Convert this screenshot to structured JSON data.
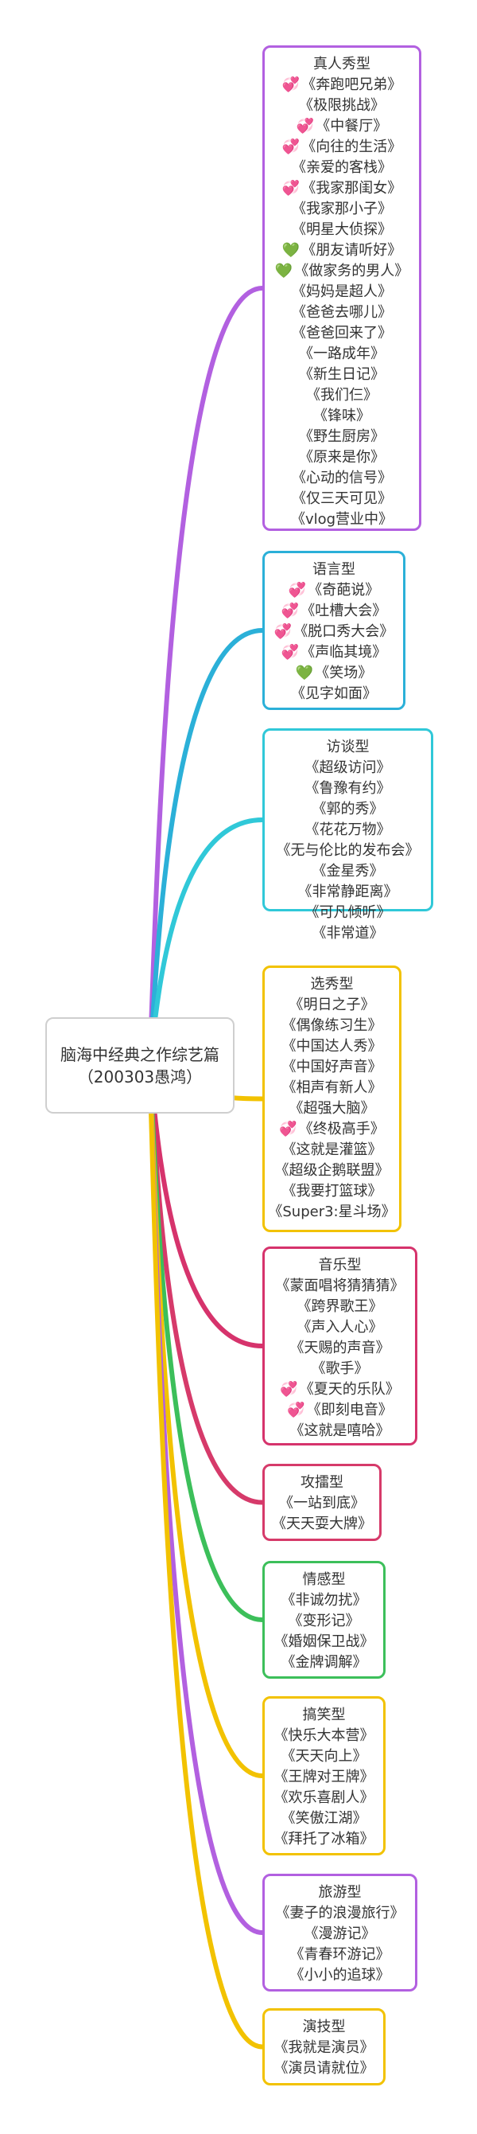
{
  "root": {
    "title": "脑海中经典之作综艺篇（200303愚鸿）"
  },
  "groups": [
    {
      "title": "真人秀型",
      "color": "#b260e0",
      "items": [
        {
          "text": "《奔跑吧兄弟》",
          "mark": "hearts"
        },
        {
          "text": "《极限挑战》"
        },
        {
          "text": "《中餐厅》",
          "mark": "hearts"
        },
        {
          "text": "《向往的生活》",
          "mark": "hearts"
        },
        {
          "text": "《亲爱的客栈》"
        },
        {
          "text": "《我家那闺女》",
          "mark": "hearts"
        },
        {
          "text": "《我家那小子》"
        },
        {
          "text": "《明星大侦探》"
        },
        {
          "text": "《朋友请听好》",
          "mark": "green"
        },
        {
          "text": "《做家务的男人》",
          "mark": "green"
        },
        {
          "text": "《妈妈是超人》"
        },
        {
          "text": "《爸爸去哪儿》"
        },
        {
          "text": "《爸爸回来了》"
        },
        {
          "text": "《一路成年》"
        },
        {
          "text": "《新生日记》"
        },
        {
          "text": "《我们仨》"
        },
        {
          "text": "《锋味》"
        },
        {
          "text": "《野生厨房》"
        },
        {
          "text": "《原来是你》"
        },
        {
          "text": "《心动的信号》"
        },
        {
          "text": "《仅三天可见》"
        },
        {
          "text": "《vlog营业中》"
        }
      ]
    },
    {
      "title": "语言型",
      "color": "#2bb0d8",
      "items": [
        {
          "text": "《奇葩说》",
          "mark": "hearts"
        },
        {
          "text": "《吐槽大会》",
          "mark": "hearts"
        },
        {
          "text": "《脱口秀大会》",
          "mark": "hearts"
        },
        {
          "text": "《声临其境》",
          "mark": "hearts"
        },
        {
          "text": "《笑场》",
          "mark": "green"
        },
        {
          "text": "《见字如面》"
        }
      ]
    },
    {
      "title": "访谈型",
      "color": "#30c8d8",
      "items": [
        {
          "text": "《超级访问》"
        },
        {
          "text": "《鲁豫有约》"
        },
        {
          "text": "《郭的秀》"
        },
        {
          "text": "《花花万物》"
        },
        {
          "text": "《无与伦比的发布会》"
        },
        {
          "text": "《金星秀》"
        },
        {
          "text": "《非常静距离》"
        },
        {
          "text": "《可凡倾听》"
        },
        {
          "text": "《非常道》"
        }
      ]
    },
    {
      "title": "选秀型",
      "color": "#f2c200",
      "items": [
        {
          "text": "《明日之子》"
        },
        {
          "text": "《偶像练习生》"
        },
        {
          "text": "《中国达人秀》"
        },
        {
          "text": "《中国好声音》"
        },
        {
          "text": "《相声有新人》"
        },
        {
          "text": "《超强大脑》"
        },
        {
          "text": "《终极高手》",
          "mark": "hearts"
        },
        {
          "text": "《这就是灌篮》"
        },
        {
          "text": "《超级企鹅联盟》"
        },
        {
          "text": "《我要打篮球》"
        },
        {
          "text": "《Super3:星斗场》"
        }
      ]
    },
    {
      "title": "音乐型",
      "color": "#d6336c",
      "items": [
        {
          "text": "《蒙面唱将猜猜猜》"
        },
        {
          "text": "《跨界歌王》"
        },
        {
          "text": "《声入人心》"
        },
        {
          "text": "《天赐的声音》"
        },
        {
          "text": "《歌手》"
        },
        {
          "text": "《夏天的乐队》",
          "mark": "hearts"
        },
        {
          "text": "《即刻电音》",
          "mark": "hearts"
        },
        {
          "text": "《这就是嘻哈》"
        }
      ]
    },
    {
      "title": "攻擂型",
      "color": "#d63a6a",
      "items": [
        {
          "text": "《一站到底》"
        },
        {
          "text": "《天天耍大牌》"
        }
      ]
    },
    {
      "title": "情感型",
      "color": "#3cbf5a",
      "items": [
        {
          "text": "《非诚勿扰》"
        },
        {
          "text": "《变形记》"
        },
        {
          "text": "《婚姻保卫战》"
        },
        {
          "text": "《金牌调解》"
        }
      ]
    },
    {
      "title": "搞笑型",
      "color": "#f2c200",
      "items": [
        {
          "text": "《快乐大本营》"
        },
        {
          "text": "《天天向上》"
        },
        {
          "text": "《王牌对王牌》"
        },
        {
          "text": "《欢乐喜剧人》"
        },
        {
          "text": "《笑傲江湖》"
        },
        {
          "text": "《拜托了冰箱》"
        }
      ]
    },
    {
      "title": "旅游型",
      "color": "#b260e0",
      "items": [
        {
          "text": "《妻子的浪漫旅行》"
        },
        {
          "text": "《漫游记》"
        },
        {
          "text": "《青春环游记》"
        },
        {
          "text": "《小小的追球》"
        }
      ]
    },
    {
      "title": "演技型",
      "color": "#f2c200",
      "items": [
        {
          "text": "《我就是演员》"
        },
        {
          "text": "《演员请就位》"
        }
      ]
    }
  ]
}
